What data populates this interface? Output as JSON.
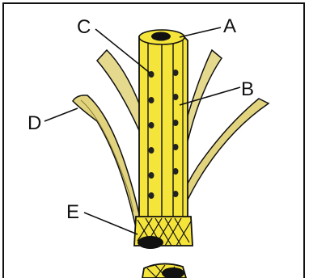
{
  "diagram": {
    "labels": {
      "a": "A",
      "b": "B",
      "c": "C",
      "d": "D",
      "e": "E"
    },
    "colors": {
      "yellow": "#f5e43a",
      "pale_yellow": "#e8d98a",
      "outline": "#111111",
      "dot": "#222222"
    }
  }
}
